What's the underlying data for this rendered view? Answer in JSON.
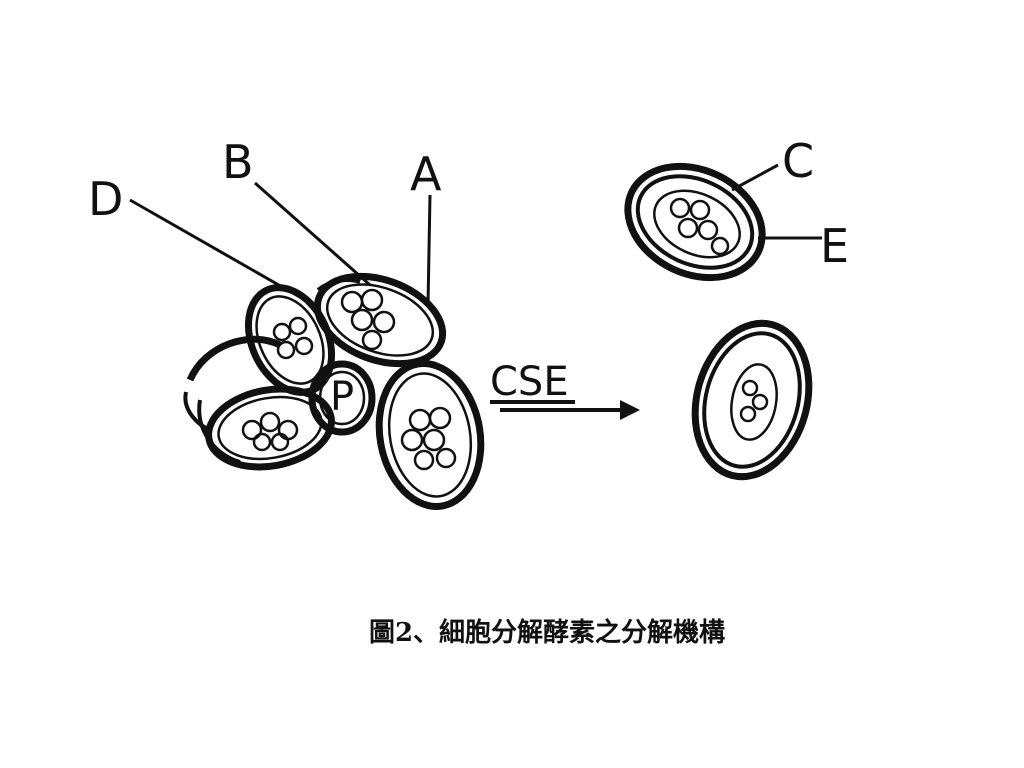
{
  "labels": {
    "a": "A",
    "b": "B",
    "c": "C",
    "d": "D",
    "e": "E",
    "cse": "CSE",
    "p": "P"
  },
  "caption": "圖2、細胞分解酵素之分解機構"
}
